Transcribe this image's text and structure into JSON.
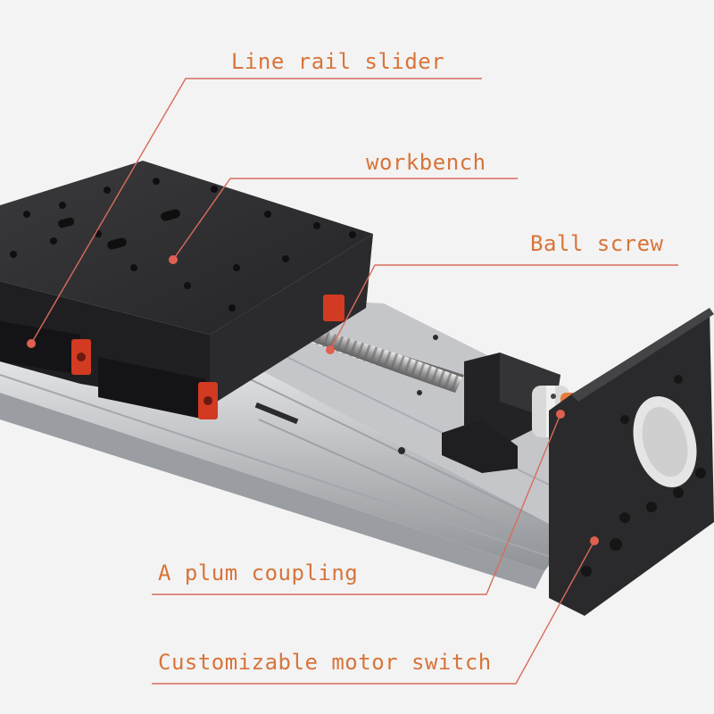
{
  "labels": {
    "line_rail_slider": "Line rail slider",
    "workbench": "workbench",
    "ball_screw": "Ball screw",
    "plum_coupling": "A plum coupling",
    "motor_switch": "Customizable motor switch"
  },
  "colors": {
    "label_text": "#d8743a",
    "leader_line": "#d86c5c",
    "marker_dot": "#e06050",
    "anodized_black": "#2b2b2d",
    "aluminum": "#c9cbce",
    "accent_red": "#d23a22",
    "background": "#f3f3f3"
  }
}
